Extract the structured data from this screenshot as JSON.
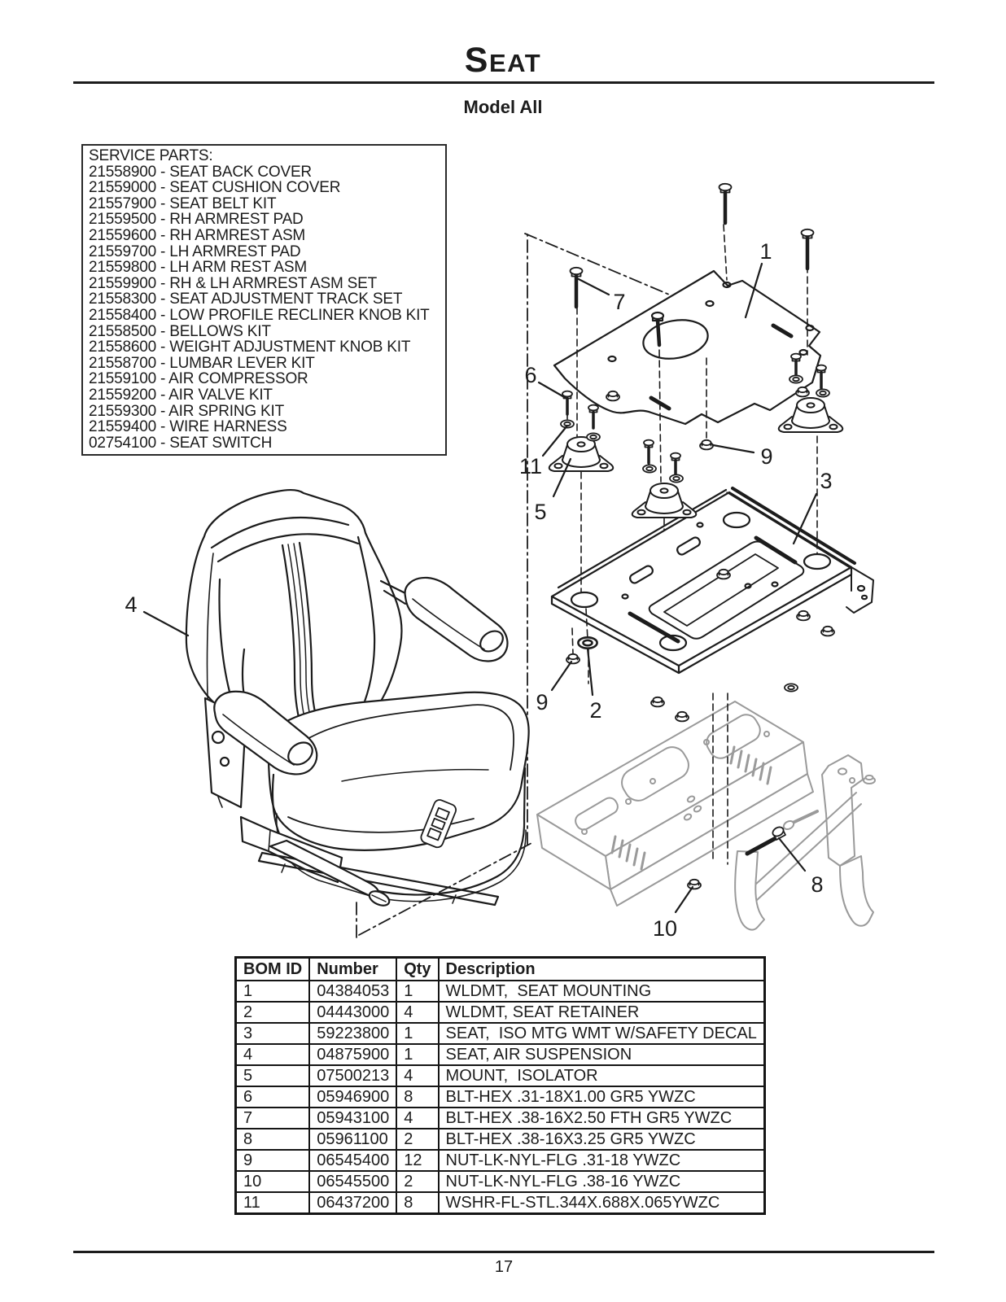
{
  "page": {
    "title": "Seat",
    "subtitle": "Model All",
    "page_number": "17"
  },
  "service_parts": {
    "title": "SERVICE PARTS:",
    "items": [
      "21558900 - SEAT BACK COVER",
      "21559000 - SEAT CUSHION COVER",
      "21557900 - SEAT BELT KIT",
      "21559500 - RH ARMREST PAD",
      "21559600 - RH ARMREST ASM",
      "21559700 - LH ARMREST PAD",
      "21559800 - LH ARM REST ASM",
      "21559900 - RH & LH ARMREST ASM SET",
      "21558300 - SEAT ADJUSTMENT TRACK SET",
      "21558400 - LOW PROFILE RECLINER KNOB KIT",
      "21558500 - BELLOWS KIT",
      "21558600 - WEIGHT ADJUSTMENT KNOB KIT",
      "21558700 - LUMBAR LEVER KIT",
      "21559100 - AIR COMPRESSOR",
      "21559200 - AIR VALVE KIT",
      "21559300 - AIR SPRING KIT",
      "21559400 - WIRE HARNESS",
      "02754100 - SEAT SWITCH"
    ]
  },
  "diagram": {
    "callouts": [
      "1",
      "7",
      "6",
      "11",
      "5",
      "9",
      "3",
      "4",
      "9",
      "2",
      "8",
      "10"
    ]
  },
  "bom": {
    "headers": [
      "BOM ID",
      "Number",
      "Qty",
      "Description"
    ],
    "rows": [
      {
        "id": "1",
        "number": "04384053",
        "qty": "1",
        "desc": "WLDMT,  SEAT MOUNTING"
      },
      {
        "id": "2",
        "number": "04443000",
        "qty": "4",
        "desc": "WLDMT, SEAT RETAINER"
      },
      {
        "id": "3",
        "number": "59223800",
        "qty": "1",
        "desc": "SEAT,  ISO MTG WMT W/SAFETY DECAL"
      },
      {
        "id": "4",
        "number": "04875900",
        "qty": "1",
        "desc": "SEAT, AIR SUSPENSION"
      },
      {
        "id": "5",
        "number": "07500213",
        "qty": "4",
        "desc": "MOUNT,  ISOLATOR"
      },
      {
        "id": "6",
        "number": "05946900",
        "qty": "8",
        "desc": "BLT-HEX .31-18X1.00 GR5 YWZC"
      },
      {
        "id": "7",
        "number": "05943100",
        "qty": "4",
        "desc": "BLT-HEX .38-16X2.50 FTH GR5 YWZC"
      },
      {
        "id": "8",
        "number": "05961100",
        "qty": "2",
        "desc": "BLT-HEX .38-16X3.25 GR5 YWZC"
      },
      {
        "id": "9",
        "number": "06545400",
        "qty": "12",
        "desc": "NUT-LK-NYL-FLG .31-18 YWZC"
      },
      {
        "id": "10",
        "number": "06545500",
        "qty": "2",
        "desc": "NUT-LK-NYL-FLG .38-16 YWZC"
      },
      {
        "id": "11",
        "number": "06437200",
        "qty": "8",
        "desc": "WSHR-FL-STL.344X.688X.065YWZC"
      }
    ]
  },
  "colors": {
    "ink": "#1c1c1c",
    "ref-gray": "#9a9a9a"
  }
}
